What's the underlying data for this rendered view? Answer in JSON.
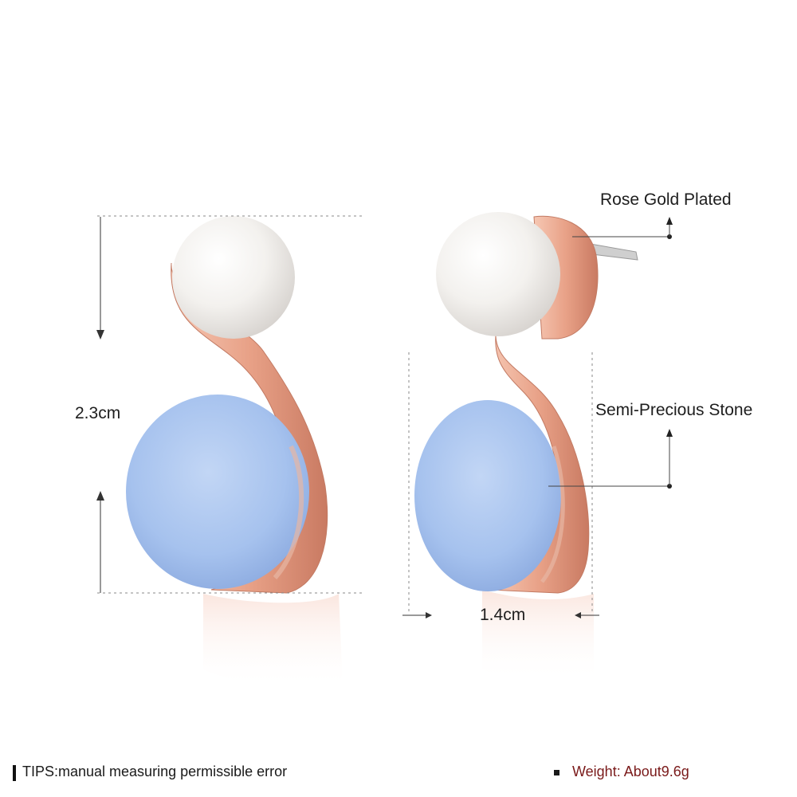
{
  "labels": {
    "plating": "Rose Gold Plated",
    "stone": "Semi-Precious Stone",
    "height": "2.3cm",
    "width": "1.4cm"
  },
  "footer": {
    "tips": "TIPS:manual measuring permissible error",
    "weight": "Weight: About9.6g"
  },
  "colors": {
    "rose_gold": "#e9a58c",
    "stone_blue": "#a7c4ef",
    "pearl": "#f4f2f0",
    "guide_line": "#888888",
    "weight_text": "#7a1a1a"
  },
  "icons": {
    "footer_marker": "vertical-bar",
    "weight_marker": "square-bullet"
  }
}
